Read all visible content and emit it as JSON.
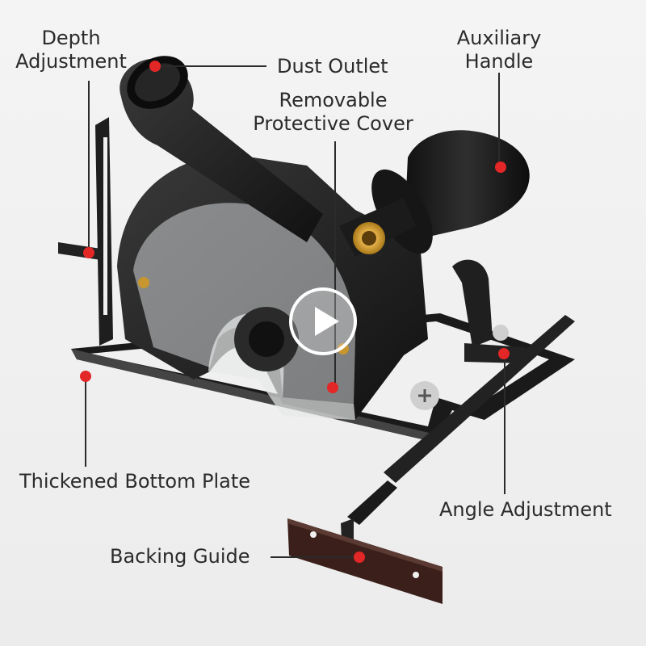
{
  "labels": {
    "depth_adjustment": [
      "Depth",
      "Adjustment"
    ],
    "dust_outlet": "Dust Outlet",
    "auxiliary_handle": [
      "Auxiliary",
      "Handle"
    ],
    "removable_cover": [
      "Removable",
      "Protective Cover"
    ],
    "bottom_plate": "Thickened Bottom Plate",
    "angle_adjustment": "Angle Adjustment",
    "backing_guide": "Backing Guide"
  },
  "colors": {
    "callout_dot": "#e32626",
    "leader_line": "#2b2b2b",
    "tool_body": "#1c1c1c",
    "brass": "#c8962e"
  },
  "icons": {
    "play": "play-icon"
  }
}
